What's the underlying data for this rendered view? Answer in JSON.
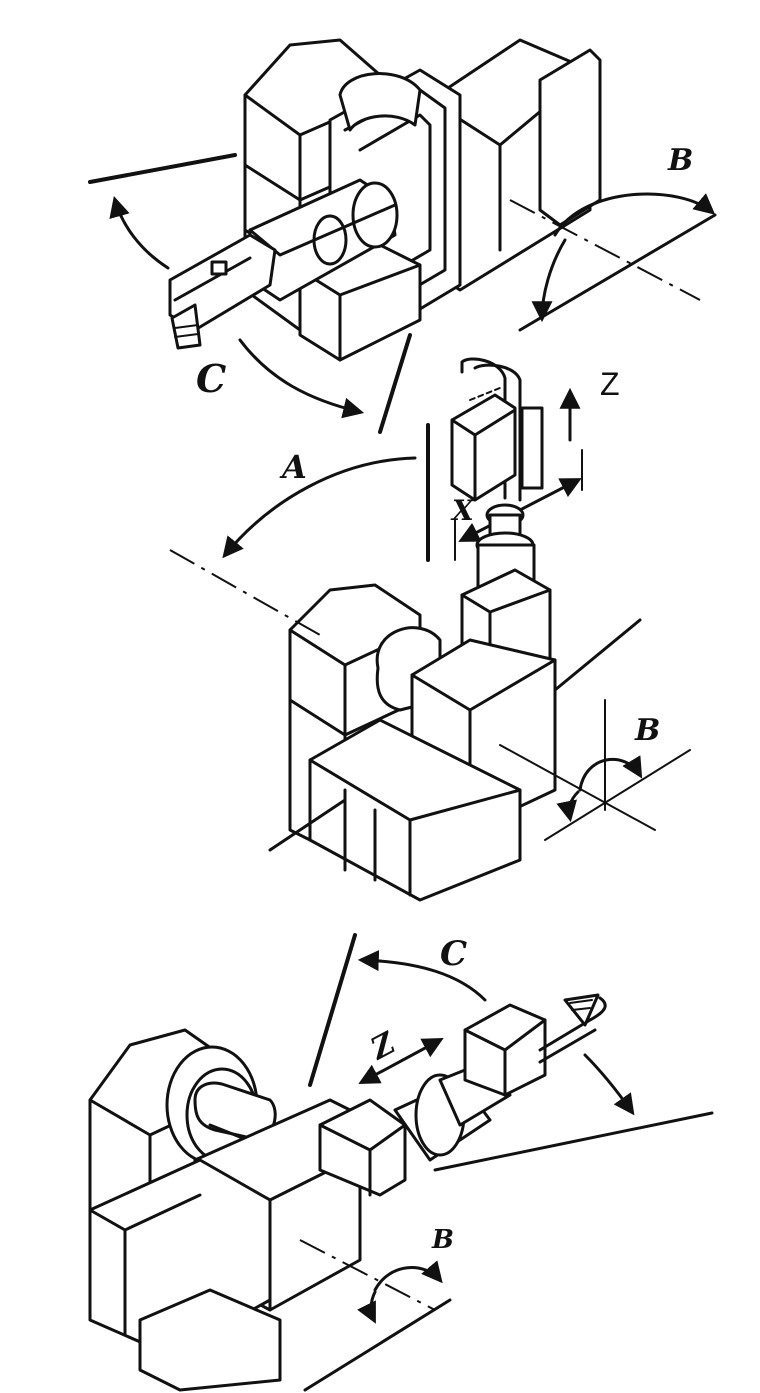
{
  "labels": {
    "top_b": "B",
    "top_c": "C",
    "mid_z": "Z",
    "mid_x": "X",
    "mid_a": "A",
    "mid_b": "B",
    "bot_c": "C",
    "bot_z": "Z",
    "bot_b": "B"
  },
  "colors": {
    "ink": "#111111",
    "paper": "#ffffff"
  }
}
